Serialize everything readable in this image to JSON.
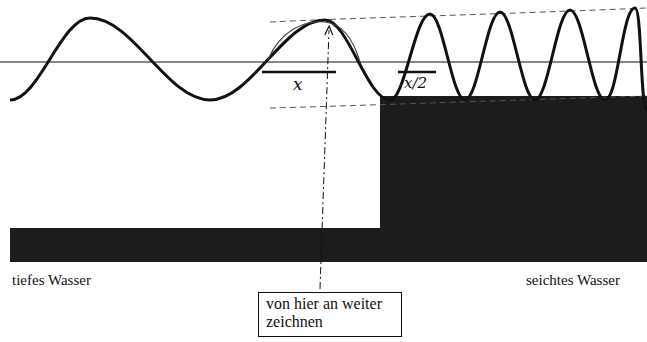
{
  "diagram": {
    "nodes": [
      {
        "text": [
          "von hier an weiter zeichnen"
        ]
      }
    ],
    "labels": [
      "x",
      "x/2",
      "tiefes Wasser",
      "seichtes Wasser"
    ]
  }
}
